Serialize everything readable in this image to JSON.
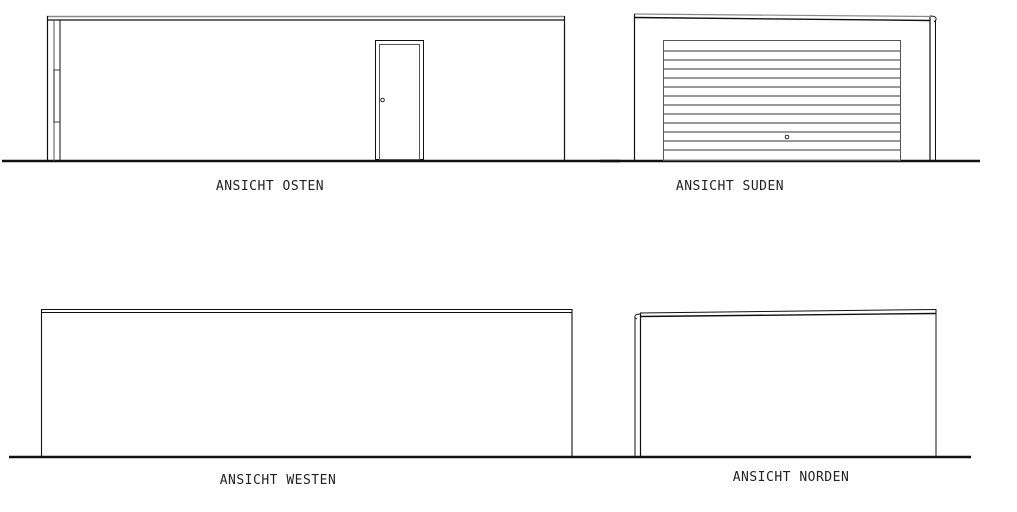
{
  "drawing": {
    "colors": {
      "line": "#111111",
      "light_line": "#888888",
      "background": "#ffffff"
    },
    "elevations": [
      {
        "id": "osten",
        "label": "ANSICHT OSTEN",
        "features": [
          "wall",
          "flat-roof-edge",
          "corner-post",
          "entry-door"
        ]
      },
      {
        "id": "sueden",
        "label": "ANSICHT SUDEN",
        "features": [
          "wall",
          "sloped-roof-edge",
          "corner-post",
          "sectional-garage-door"
        ]
      },
      {
        "id": "westen",
        "label": "ANSICHT WESTEN",
        "features": [
          "wall",
          "flat-roof-edge"
        ]
      },
      {
        "id": "norden",
        "label": "ANSICHT NORDEN",
        "features": [
          "wall",
          "sloped-roof-edge",
          "corner-post"
        ]
      }
    ],
    "garage_door": {
      "slat_count": 13
    }
  }
}
